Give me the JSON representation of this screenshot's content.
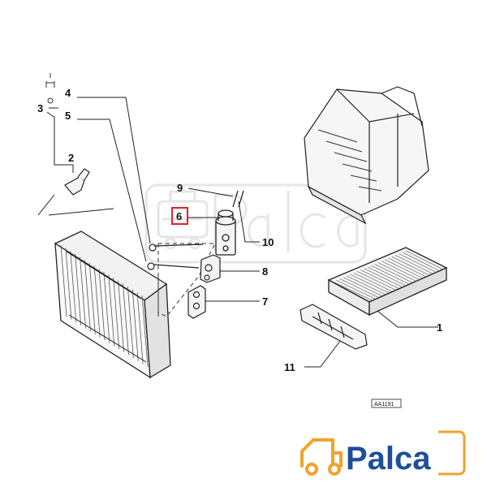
{
  "diagram": {
    "parts": [
      {
        "id": "p1",
        "label": "1"
      },
      {
        "id": "p2",
        "label": "2"
      },
      {
        "id": "p3",
        "label": "3"
      },
      {
        "id": "p4",
        "label": "4"
      },
      {
        "id": "p5",
        "label": "5"
      },
      {
        "id": "p6",
        "label": "6",
        "highlighted": true
      },
      {
        "id": "p7",
        "label": "7"
      },
      {
        "id": "p8",
        "label": "8"
      },
      {
        "id": "p9",
        "label": "9"
      },
      {
        "id": "p10",
        "label": "10"
      },
      {
        "id": "p11",
        "label": "11"
      }
    ],
    "drawing_code": "AA1191",
    "highlight_color": "#e0202a"
  },
  "brand": {
    "name": "Palca",
    "primary_color": "#1c4f9c",
    "accent_color": "#f2a22b",
    "watermark_color": "#e6e6e6",
    "icon": "car-truck-icon"
  }
}
